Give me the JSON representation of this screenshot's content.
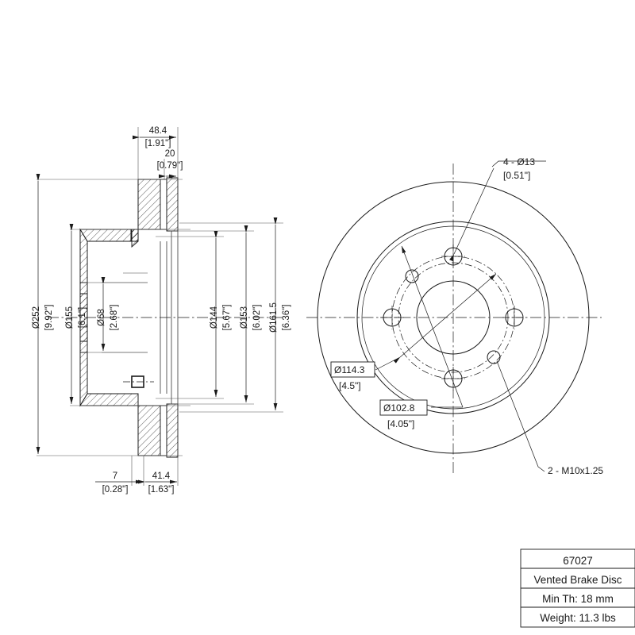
{
  "drawing": {
    "title": "Vented Brake Disc Technical Drawing",
    "views": {
      "section": "cross-section-view",
      "front": "front-circular-view"
    }
  },
  "dimensions": {
    "top": [
      {
        "id": "d-484",
        "mm": "48.4",
        "inch": "[1.91\"]"
      },
      {
        "id": "d-20",
        "mm": "20",
        "inch": "[0.79\"]"
      }
    ],
    "left": [
      {
        "id": "d-252",
        "mm": "Ø252",
        "inch": "[9.92\"]"
      },
      {
        "id": "d-155",
        "mm": "Ø155",
        "inch": "[6.1\"]"
      },
      {
        "id": "d-68",
        "mm": "Ø68",
        "inch": "[2.68\"]"
      }
    ],
    "right": [
      {
        "id": "d-144",
        "mm": "Ø144",
        "inch": "[5.67\"]"
      },
      {
        "id": "d-153",
        "mm": "Ø153",
        "inch": "[6.02\"]"
      },
      {
        "id": "d-1615",
        "mm": "Ø161.5",
        "inch": "[6.36\"]"
      }
    ],
    "bottom": [
      {
        "id": "d-7",
        "mm": "7",
        "inch": "[0.28\"]"
      },
      {
        "id": "d-414",
        "mm": "41.4",
        "inch": "[1.63\"]"
      }
    ]
  },
  "callouts": {
    "bolt_holes": {
      "line1": "4 - Ø13",
      "line2": "[0.51\"]"
    },
    "bolt_circle": {
      "line1": "Ø114.3",
      "line2": "[4.5\"]"
    },
    "pilot_circle": {
      "line1": "Ø102.8",
      "line2": "[4.05\"]"
    },
    "threaded": {
      "line1": "2 - M10x1.25"
    }
  },
  "title_block": {
    "part_number": "67027",
    "description": "Vented Brake Disc",
    "min_thickness": "Min Th: 18 mm",
    "weight": "Weight: 11.3 lbs"
  },
  "colors": {
    "line": "#1a1a1a",
    "background": "#ffffff",
    "thin_line": "#555555"
  }
}
